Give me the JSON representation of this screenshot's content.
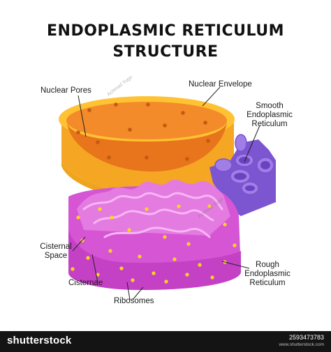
{
  "title": {
    "line1": "ENDOPLASMIC RETICULUM",
    "line2": "STRUCTURE"
  },
  "labels": {
    "nuclear_pores": "Nuclear Pores",
    "nuclear_envelope": "Nuclear Envelope",
    "smooth_er": [
      "Smooth",
      "Endoplasmic",
      "Reticulum"
    ],
    "cisternal_space": [
      "Cisternal",
      "Space"
    ],
    "cisternae": "Cisternae",
    "ribosomes": "Ribosomes",
    "rough_er": [
      "Rough",
      "Endoplasmic",
      "Reticulum"
    ]
  },
  "watermark": {
    "author": "Achmad Yugo"
  },
  "footer": {
    "brand": "shutterstock",
    "site": "www.shutterstock.com",
    "image_id": "2593473783"
  },
  "colors": {
    "nucleus_outer": "#f5a623",
    "nucleus_inner": "#f07a1a",
    "nucleus_rim": "#ffc233",
    "smooth_er": "#8f6bd9",
    "rough_er": "#d85ad6",
    "rough_er_light": "#f39bef",
    "ribosome": "#ffd51c"
  }
}
